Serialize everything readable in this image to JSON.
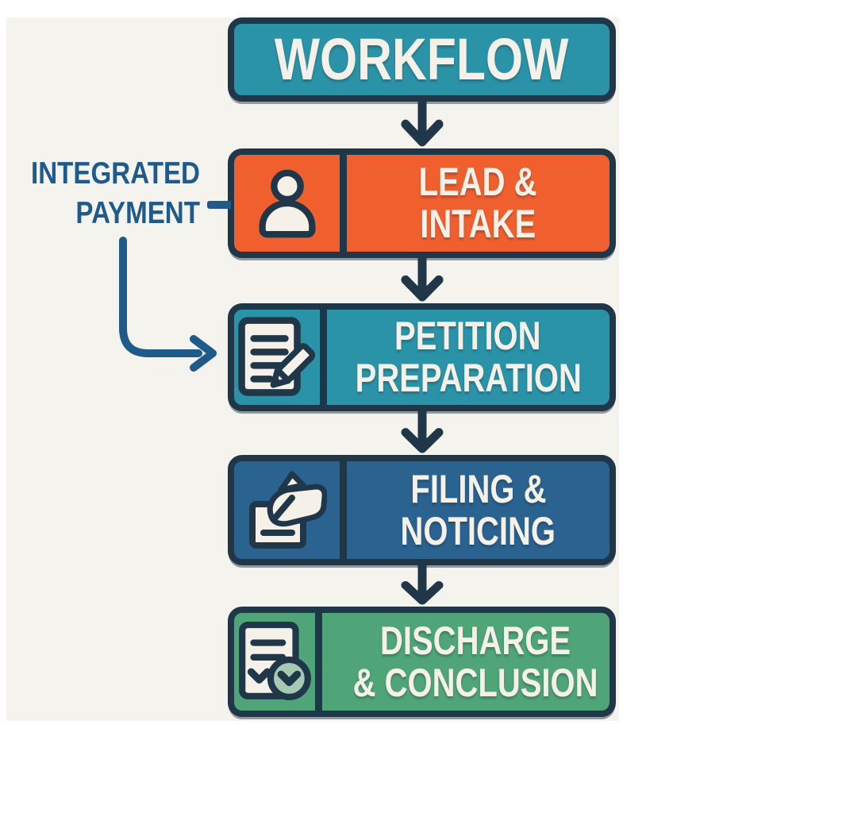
{
  "title": "WORKFLOW",
  "annotation": {
    "line1": "INTEGRATED",
    "line2": "PAYMENT",
    "points_to": "petition-preparation"
  },
  "steps": [
    {
      "id": "lead-intake",
      "line1": "LEAD &",
      "line2": "INTAKE",
      "color": "#F0602E",
      "icon": "person-icon"
    },
    {
      "id": "petition-preparation",
      "line1": "PETITION",
      "line2": "PREPARATION",
      "color": "#2B93A7",
      "icon": "document-pencil-icon"
    },
    {
      "id": "filing-noticing",
      "line1": "FILING &",
      "line2": "NOTICING",
      "color": "#2A6290",
      "icon": "hand-filing-icon"
    },
    {
      "id": "discharge-conclusion",
      "line1": "DISCHARGE",
      "line2": "& CONCLUSION",
      "color": "#4FA578",
      "icon": "document-check-icon"
    }
  ],
  "colors": {
    "background": "#FFFFFF",
    "panel": "#F5F3EE",
    "outline": "#20374A",
    "text_light": "#F5F1E8",
    "annotation_blue": "#1E5A8A",
    "workflow_teal": "#2B93A7",
    "badge_green": "#A6C9B3"
  }
}
